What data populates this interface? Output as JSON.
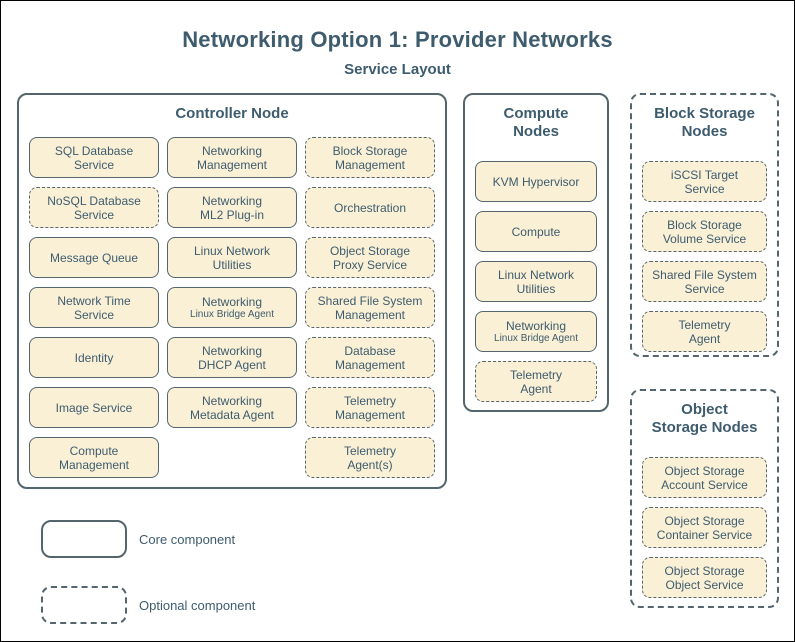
{
  "title": "Networking Option 1: Provider Networks",
  "subtitle": "Service Layout",
  "colors": {
    "text": "#3e5c6e",
    "border": "#54656e",
    "service_fill": "#faf0d6",
    "background": "#ffffff",
    "frame": "#000000"
  },
  "legend": {
    "core_label": "Core component",
    "optional_label": "Optional component"
  },
  "groups": [
    {
      "id": "controller-node",
      "title_lines": [
        "Controller Node"
      ],
      "optional": false,
      "columns": [
        [
          {
            "lines": [
              "SQL Database",
              "Service"
            ],
            "optional": false
          },
          {
            "lines": [
              "NoSQL Database",
              "Service"
            ],
            "optional": true
          },
          {
            "lines": [
              "Message Queue"
            ],
            "optional": false
          },
          {
            "lines": [
              "Network Time",
              "Service"
            ],
            "optional": false
          },
          {
            "lines": [
              "Identity"
            ],
            "optional": false
          },
          {
            "lines": [
              "Image Service"
            ],
            "optional": false
          },
          {
            "lines": [
              "Compute",
              "Management"
            ],
            "optional": false
          }
        ],
        [
          {
            "lines": [
              "Networking",
              "Management"
            ],
            "optional": false
          },
          {
            "lines": [
              "Networking",
              "ML2 Plug-in"
            ],
            "optional": false
          },
          {
            "lines": [
              "Linux Network",
              "Utilities"
            ],
            "optional": false
          },
          {
            "lines": [
              "Networking",
              "Linux Bridge Agent"
            ],
            "optional": false,
            "small_line2": true
          },
          {
            "lines": [
              "Networking",
              "DHCP Agent"
            ],
            "optional": false
          },
          {
            "lines": [
              "Networking",
              "Metadata Agent"
            ],
            "optional": false
          }
        ],
        [
          {
            "lines": [
              "Block Storage",
              "Management"
            ],
            "optional": true
          },
          {
            "lines": [
              "Orchestration"
            ],
            "optional": true
          },
          {
            "lines": [
              "Object Storage",
              "Proxy Service"
            ],
            "optional": true
          },
          {
            "lines": [
              "Shared File System",
              "Management"
            ],
            "optional": true
          },
          {
            "lines": [
              "Database",
              "Management"
            ],
            "optional": true
          },
          {
            "lines": [
              "Telemetry",
              "Management"
            ],
            "optional": true
          },
          {
            "lines": [
              "Telemetry",
              "Agent(s)"
            ],
            "optional": true
          }
        ]
      ]
    },
    {
      "id": "compute-nodes",
      "title_lines": [
        "Compute",
        "Nodes"
      ],
      "optional": false,
      "columns": [
        [
          {
            "lines": [
              "KVM Hypervisor"
            ],
            "optional": false
          },
          {
            "lines": [
              "Compute"
            ],
            "optional": false
          },
          {
            "lines": [
              "Linux Network",
              "Utilities"
            ],
            "optional": false
          },
          {
            "lines": [
              "Networking",
              "Linux Bridge Agent"
            ],
            "optional": false,
            "small_line2": true
          },
          {
            "lines": [
              "Telemetry",
              "Agent"
            ],
            "optional": true
          }
        ]
      ]
    },
    {
      "id": "block-storage-nodes",
      "title_lines": [
        "Block Storage",
        "Nodes"
      ],
      "optional": true,
      "columns": [
        [
          {
            "lines": [
              "iSCSI Target",
              "Service"
            ],
            "optional": true
          },
          {
            "lines": [
              "Block Storage",
              "Volume Service"
            ],
            "optional": true
          },
          {
            "lines": [
              "Shared File System",
              "Service"
            ],
            "optional": true
          },
          {
            "lines": [
              "Telemetry",
              "Agent"
            ],
            "optional": true
          }
        ]
      ]
    },
    {
      "id": "object-storage-nodes",
      "title_lines": [
        "Object",
        "Storage Nodes"
      ],
      "optional": true,
      "columns": [
        [
          {
            "lines": [
              "Object Storage",
              "Account Service"
            ],
            "optional": true
          },
          {
            "lines": [
              "Object Storage",
              "Container Service"
            ],
            "optional": true
          },
          {
            "lines": [
              "Object Storage",
              "Object Service"
            ],
            "optional": true
          }
        ]
      ]
    }
  ]
}
